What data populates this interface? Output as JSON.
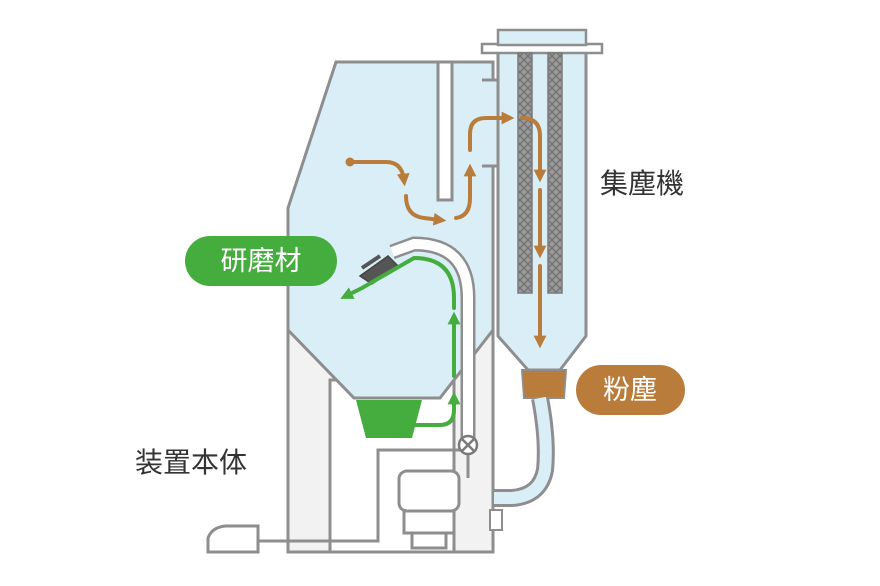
{
  "labels": {
    "abrasive": "研磨材",
    "dust_collector": "集塵機",
    "dust": "粉塵",
    "main_unit": "装置本体"
  },
  "colors": {
    "outline": "#8e8e8e",
    "cabinet_fill": "#daeef8",
    "body_fill": "#f2f2f2",
    "abrasive_green": "#45ad3e",
    "dust_brown": "#b97c3a",
    "filter_gray": "#8a8a8a"
  },
  "icons": {
    "airflow": "arrow-path",
    "valve": "valve-icon",
    "pump": "pump-icon",
    "foot_pedal": "pedal-icon"
  }
}
